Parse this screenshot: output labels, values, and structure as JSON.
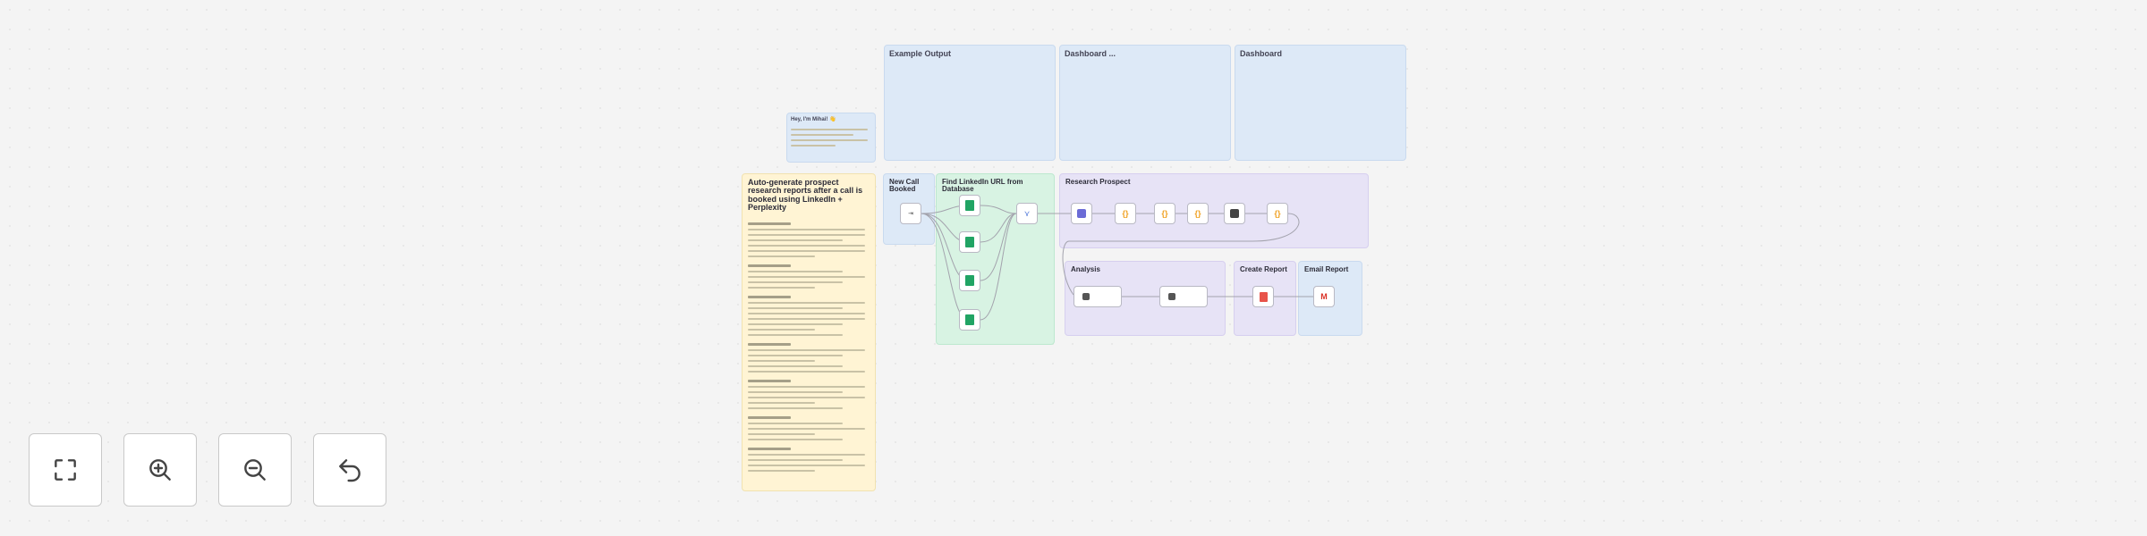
{
  "controls": {
    "fit": "fit-view",
    "zoom_in": "zoom-in",
    "zoom_out": "zoom-out",
    "undo": "undo"
  },
  "stickies": {
    "example_output": "Example Output",
    "top_2": "Dashboard ...",
    "top_3": "Dashboard",
    "small_note": "Hey, I'm Mihai! 👋",
    "main_title": "Auto-generate prospect research reports after a call is booked using LinkedIn + Perplexity",
    "new_call": "New Call Booked",
    "find_linkedin": "Find LinkedIn URL from Database",
    "research": "Research Prospect",
    "analysis": "Analysis",
    "create_report": "Create Report",
    "email_report": "Email Report"
  },
  "icons": {
    "trigger": "webhook-icon",
    "sheets": "google-sheets-icon",
    "merge": "merge-icon",
    "http": "http-request-icon",
    "code": "code-icon",
    "ai": "ai-agent-icon",
    "docs": "google-docs-icon",
    "gmail": "gmail-icon"
  },
  "colors": {
    "canvas": "#f4f4f4",
    "blue_note": "#dde9f7",
    "yellow_note": "#fff4d4",
    "green_note": "#d8f3e3",
    "purple_note": "#e7e3f6"
  }
}
